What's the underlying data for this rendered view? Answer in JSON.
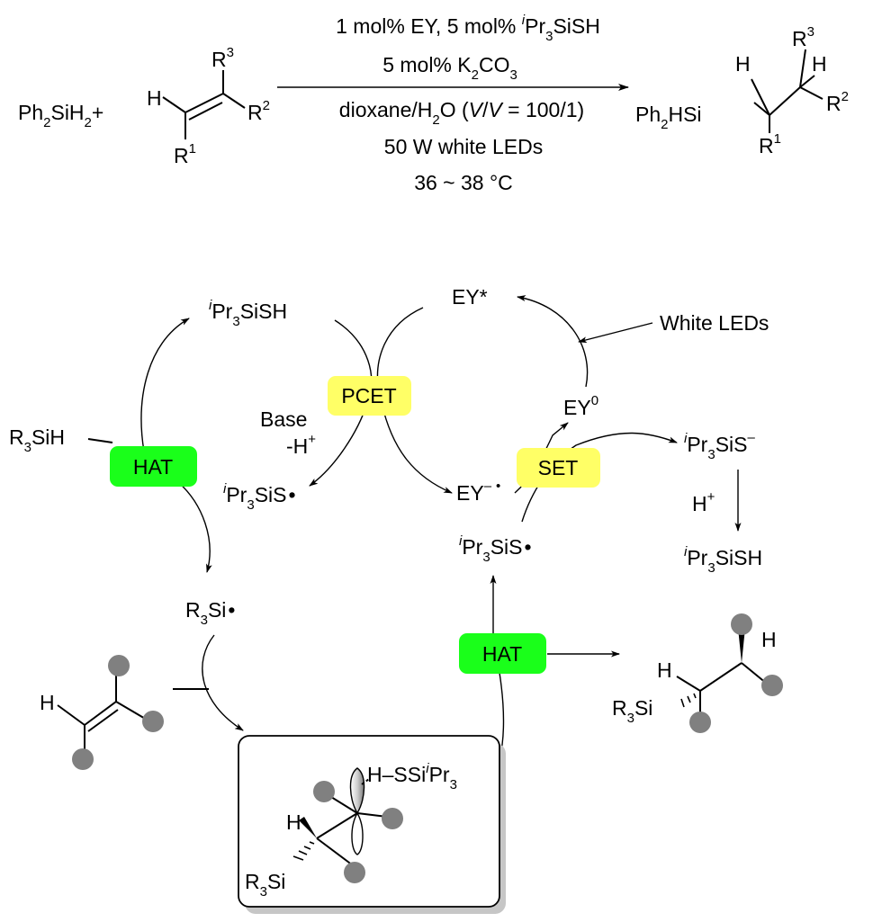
{
  "colors": {
    "hat_box": "#1aff1a",
    "pcet_box": "#ffff66",
    "set_box": "#ffff66",
    "substituent_ball": "#808080"
  },
  "reaction": {
    "silane": {
      "a": "Ph",
      "b": "SiH",
      "c": "2",
      "plus": "+"
    },
    "alkene": {
      "h": "H",
      "r": "R",
      "s3": "3",
      "s2": "2",
      "s1": "1"
    },
    "cond1": {
      "a": "1 mol% EY, 5 mol% ",
      "i": "i",
      "b": "Pr",
      "c": "3",
      "d": "SiSH"
    },
    "cond2": {
      "a": "5 mol% K",
      "b": "2",
      "c": "CO",
      "d": "3"
    },
    "cond3": {
      "a": "dioxane/H",
      "b": "2",
      "c": "O (",
      "v1": "V",
      "slash": "/",
      "v2": "V",
      "d": " = 100/1)"
    },
    "cond4": "50 W white LEDs",
    "cond5": "36 ~ 38 °C",
    "product": {
      "a": "Ph",
      "b": "2",
      "c": "HSi",
      "h": "H",
      "r": "R",
      "s3": "3",
      "s2": "2",
      "s1": "1"
    }
  },
  "cycle": {
    "ey_star": "EY*",
    "white_leds": "White LEDs",
    "ey0": {
      "a": "EY",
      "b": "0"
    },
    "ey_radical_anion": {
      "a": "EY",
      "b": "–",
      "dot": "•"
    },
    "pcet": "PCET",
    "set": "SET",
    "hat": "HAT",
    "base": "Base",
    "minus_h": {
      "a": "-H",
      "b": "+"
    },
    "thiol_top": {
      "i": "i",
      "a": "Pr",
      "b": "3",
      "c": "SiSH"
    },
    "thiol_right": {
      "i": "i",
      "a": "Pr",
      "b": "3",
      "c": "SiSH"
    },
    "thiyl_left": {
      "i": "i",
      "a": "Pr",
      "b": "3",
      "c": "SiS",
      "dot": "•"
    },
    "thiyl_mid": {
      "i": "i",
      "a": "Pr",
      "b": "3",
      "c": "SiS",
      "dot": "•"
    },
    "thiolate": {
      "i": "i",
      "a": "Pr",
      "b": "3",
      "c": "SiS",
      "d": "–"
    },
    "h_plus": {
      "a": "H",
      "b": "+"
    },
    "r3sih": {
      "a": "R",
      "b": "3",
      "c": "SiH"
    },
    "silyl_radical": {
      "a": "R",
      "b": "3",
      "c": "Si",
      "dot": "•"
    },
    "alkene_h": "H",
    "ts": {
      "h": "H",
      "hs_a": "H",
      "dash": "–",
      "hs_b": "SSi",
      "hs_i": "i",
      "hs_c": "Pr",
      "hs_d": "3",
      "rsi_a": "R",
      "rsi_b": "3",
      "rsi_c": "Si"
    },
    "product": {
      "h1": "H",
      "h2": "H",
      "a": "R",
      "b": "3",
      "c": "Si"
    }
  }
}
